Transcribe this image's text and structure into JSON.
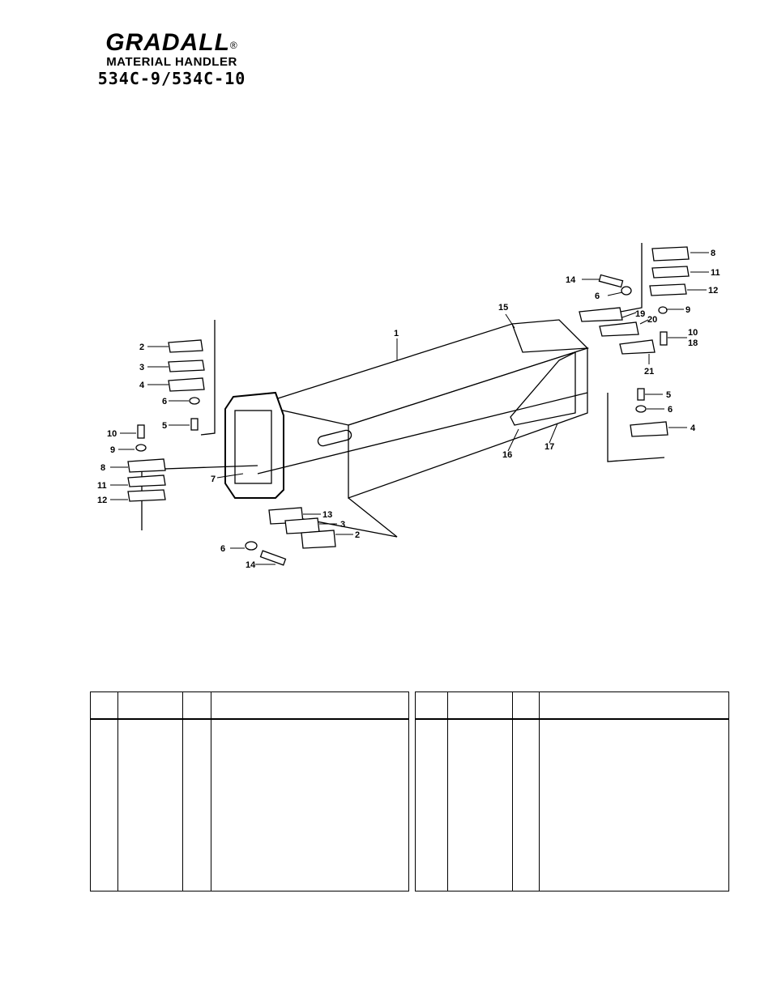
{
  "header": {
    "brand": "GRADALL",
    "registered_mark": "®",
    "subtitle": "MATERIAL HANDLER",
    "model": "534C-9/534C-10"
  },
  "diagram": {
    "callouts": {
      "c1": "1",
      "c2a": "2",
      "c3a": "3",
      "c4a": "4",
      "c6a": "6",
      "c5a": "5",
      "c10a": "10",
      "c9a": "9",
      "c8a": "8",
      "c11a": "11",
      "c12a": "12",
      "c7": "7",
      "c13": "13",
      "c3b": "3",
      "c2b": "2",
      "c6b": "6",
      "c14a": "14",
      "c15": "15",
      "c16": "16",
      "c17": "17",
      "c8b": "8",
      "c11b": "11",
      "c12b": "12",
      "c14b": "14",
      "c6c": "6",
      "c19": "19",
      "c20": "20",
      "c9b": "9",
      "c10b": "10",
      "c18": "18",
      "c21": "21",
      "c5b": "5",
      "c6d": "6",
      "c4b": "4"
    }
  },
  "tables": {
    "left": {
      "headers": [
        "",
        "",
        "",
        ""
      ],
      "rows": []
    },
    "right": {
      "headers": [
        "",
        "",
        "",
        ""
      ],
      "rows": []
    }
  }
}
